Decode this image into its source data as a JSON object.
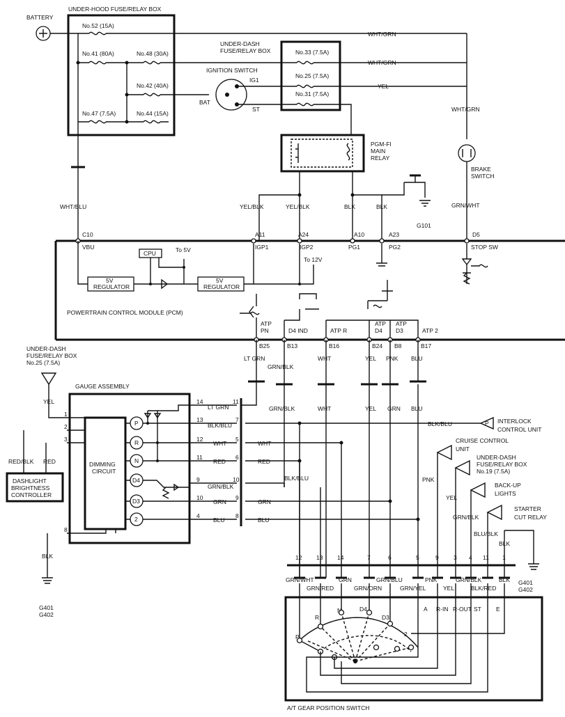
{
  "title": "A/T GEAR POSITION SWITCH",
  "battery": "BATTERY",
  "fusebox_hood": {
    "title": "UNDER-HOOD FUSE/RELAY BOX",
    "fuses": [
      "No.52 (15A)",
      "No.41 (80A)",
      "No.48 (30A)",
      "No.42 (40A)",
      "No.47 (7.5A)",
      "No.44 (15A)"
    ]
  },
  "fusebox_dash": {
    "title_1": "UNDER-DASH",
    "title_2": "FUSE/RELAY BOX",
    "fuses": [
      "No.33 (7.5A)",
      "No.25 (7.5A)",
      "No.31 (7.5A)"
    ]
  },
  "ignition": {
    "title": "IGNITION SWITCH",
    "ig1": "IG1",
    "bat": "BAT",
    "st": "ST"
  },
  "relay": {
    "line1": "PGM-FI",
    "line2": "MAIN",
    "line3": "RELAY"
  },
  "brake": {
    "line1": "BRAKE",
    "line2": "SWITCH"
  },
  "ground_g101": "G101",
  "wires_top": {
    "w1": "WHT/GRN",
    "w2": "WHT/GRN",
    "w3": "YEL",
    "w4": "WHT/GRN",
    "w5": "WHT/BLU",
    "w6": "YEL/BLK",
    "w7": "YEL/BLK",
    "w8": "BLK",
    "w9": "BLK",
    "w10": "GRN/WHT"
  },
  "pcm": {
    "label": "POWERTRAIN CONTROL MODULE (PCM)",
    "pins_top": [
      "C10",
      "A11",
      "A24",
      "A10",
      "A23",
      "D5"
    ],
    "names_top": [
      "VBU",
      "IGP1",
      "IGP2",
      "PG1",
      "PG2",
      "STOP SW"
    ],
    "cpu": "CPU",
    "to5v": "To 5V",
    "to12v": "To 12V",
    "reg_a": "5V",
    "reg_b": "REGULATOR",
    "reg_c": "5V",
    "reg_d": "REGULATOR",
    "names_bottom": [
      "ATP",
      "PN",
      "D4 IND",
      "ATP R",
      "ATP",
      "D4",
      "ATP",
      "D3",
      "ATP 2"
    ],
    "pins_bottom": [
      "B25",
      "B13",
      "B16",
      "B24",
      "B8",
      "B17"
    ],
    "wires_bottom": [
      "LT GRN",
      "GRN/BLK",
      "WHT",
      "YEL",
      "PNK",
      "BLU"
    ]
  },
  "dash25": {
    "l1": "UNDER-DASH",
    "l2": "FUSE/RELAY BOX",
    "l3": "No.25 (7.5A)",
    "wire": "YEL"
  },
  "gauge": {
    "title": "GAUGE ASSEMBLY",
    "dimming_1": "DIMMING",
    "dimming_2": "CIRCUIT",
    "indicators": [
      "P",
      "R",
      "N",
      "D4",
      "D3",
      "2"
    ],
    "left_pins": [
      "1",
      "2",
      "3",
      "8"
    ],
    "right_pins": [
      "14",
      "13",
      "12",
      "11",
      "9",
      "10",
      "4"
    ],
    "right_wires": [
      "LT GRN",
      "BLK/BLU",
      "WHT",
      "RED",
      "GRN/BLK",
      "GRN",
      "BLU"
    ],
    "conn_pins": [
      "11",
      "7",
      "5",
      "6",
      "10",
      "9",
      "8"
    ]
  },
  "dimmer": {
    "l1": "DASHLIGHT",
    "l2": "BRIGHTNESS",
    "l3": "CONTROLLER",
    "w1": "RED/BLK",
    "w2": "RED"
  },
  "ground_g401": {
    "a": "G401",
    "b": "G402",
    "wire": "BLK"
  },
  "mid_wires": {
    "wht": "WHT",
    "red": "RED",
    "grn": "GRN",
    "blu": "BLU",
    "blkblu": "BLK/BLU",
    "grnblk": "GRN/BLK",
    "wht2": "WHT",
    "yel": "YEL",
    "grn2": "GRN",
    "blu2": "BLU",
    "pnk": "PNK",
    "yel2": "YEL",
    "grnblk2": "GRN/BLK",
    "blublk": "BLU/BLK",
    "blk": "BLK",
    "blkblu2": "BLK/BLU"
  },
  "right_units": {
    "interlock_1": "INTERLOCK",
    "interlock_2": "CONTROL UNIT",
    "interlock_p": "P",
    "cruise_1": "CRUISE CONTROL",
    "cruise_2": "UNIT",
    "dash19_1": "UNDER-DASH",
    "dash19_2": "FUSE/RELAY BOX",
    "dash19_3": "No.19 (7.5A)",
    "backup_1": "BACK-UP",
    "backup_2": "LIGHTS",
    "starter_1": "STARTER",
    "starter_2": "CUT RELAY"
  },
  "switch_connector": {
    "pins": [
      "12",
      "13",
      "14",
      "7",
      "6",
      "5",
      "9",
      "3",
      "4",
      "11",
      "1"
    ],
    "wires_upper": [
      "GRN/WHT",
      "GRN",
      "GRN/BLU",
      "PNK",
      "GRN/BLK",
      "BLK"
    ],
    "wires_lower": [
      "GRN/RED",
      "GRN/ORN",
      "GRN/YEL",
      "YEL",
      "BLK/RED"
    ],
    "positions": [
      "P",
      "R",
      "N",
      "D4",
      "D3",
      "2",
      "A",
      "R-IN",
      "R-OUT",
      "ST",
      "E"
    ]
  }
}
